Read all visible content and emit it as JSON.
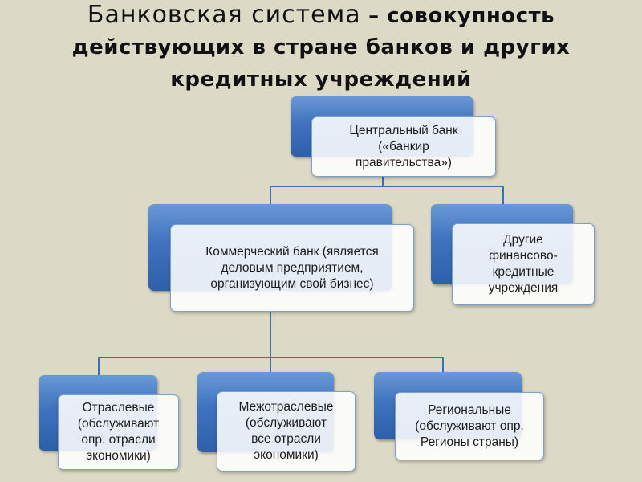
{
  "title": {
    "term": "Банковская система",
    "line1_rest": " – совокупность",
    "line2": "действующих в стране банков и других",
    "line3": "кредитных учреждений"
  },
  "nodes": {
    "central_bank": "Центральный банк\n(«банкир\nправительства»)",
    "commercial_bank": "Коммерческий банк (является\nделовым предприятием,\nорганизующим свой бизнес)",
    "other_institutions": "Другие\nфинансово-\nкредитные\nучреждения",
    "sectoral": "Отраслевые\n(обслуживают\nопр. отрасли\nэкономики)",
    "intersectoral": "Межотраслевые\n(обслуживают\nвсе отрасли\nэкономики)",
    "regional": "Региональные\n(обслуживают опр.\nРегионы страны)"
  },
  "colors": {
    "background": "#ddd9c7",
    "block_blue": "#3f72bf",
    "connector": "#3d6fb3",
    "card_border": "#7e9ed0"
  }
}
